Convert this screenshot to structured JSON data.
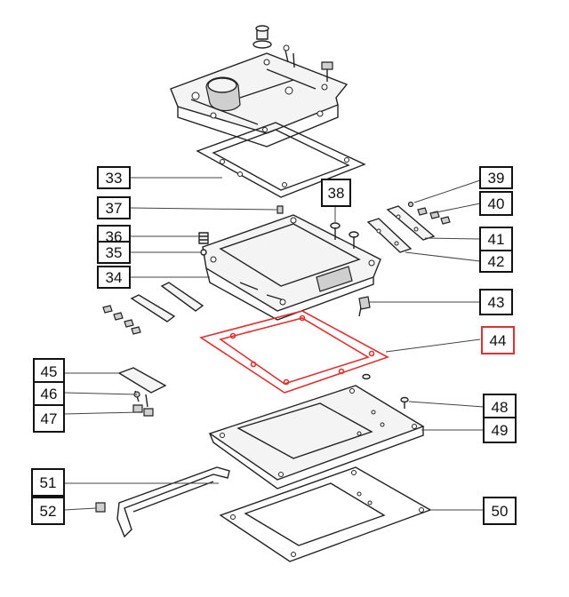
{
  "colors": {
    "highlight": "#e03030",
    "line": "#222222",
    "background": "#ffffff"
  },
  "callouts": [
    {
      "id": "c33",
      "label": "33"
    },
    {
      "id": "c37",
      "label": "37"
    },
    {
      "id": "c36",
      "label": "36"
    },
    {
      "id": "c35",
      "label": "35"
    },
    {
      "id": "c34",
      "label": "34"
    },
    {
      "id": "c38",
      "label": "38"
    },
    {
      "id": "c39",
      "label": "39"
    },
    {
      "id": "c40",
      "label": "40"
    },
    {
      "id": "c41",
      "label": "41"
    },
    {
      "id": "c42",
      "label": "42"
    },
    {
      "id": "c43",
      "label": "43"
    },
    {
      "id": "c44",
      "label": "44",
      "highlighted": true
    },
    {
      "id": "c45",
      "label": "45"
    },
    {
      "id": "c46",
      "label": "46"
    },
    {
      "id": "c47",
      "label": "47"
    },
    {
      "id": "c48",
      "label": "48"
    },
    {
      "id": "c49",
      "label": "49"
    },
    {
      "id": "c51",
      "label": "51"
    },
    {
      "id": "c52",
      "label": "52"
    },
    {
      "id": "c50",
      "label": "50"
    }
  ]
}
